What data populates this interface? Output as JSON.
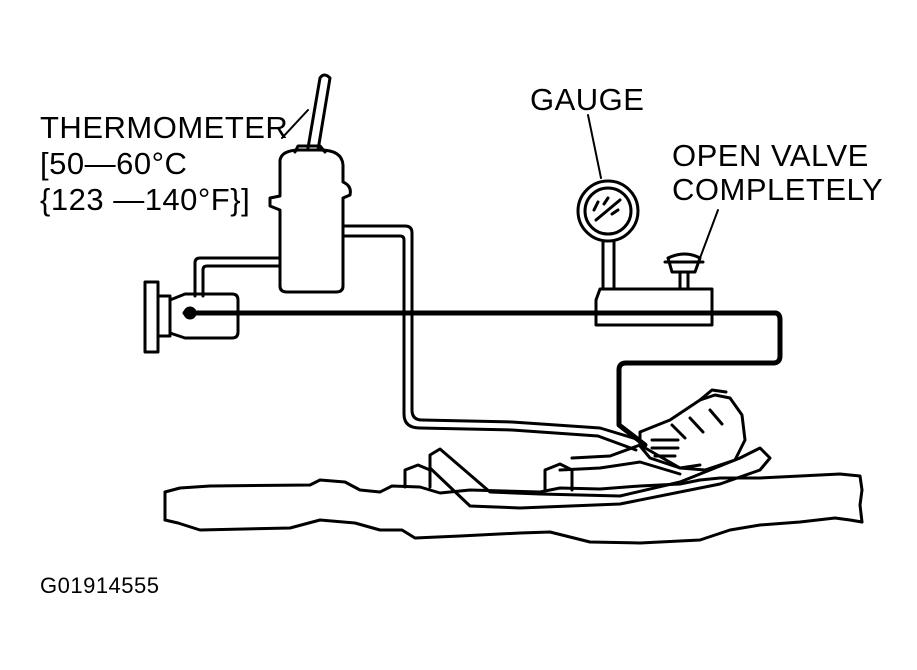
{
  "labels": {
    "thermometer": {
      "name": "THERMOMETER",
      "range_c": "[50—60°C",
      "range_f": "{123 —140°F}]"
    },
    "gauge": "GAUGE",
    "valve": {
      "line1": "OPEN VALVE",
      "line2": "COMPLETELY"
    }
  },
  "figure_id": "G01914555"
}
